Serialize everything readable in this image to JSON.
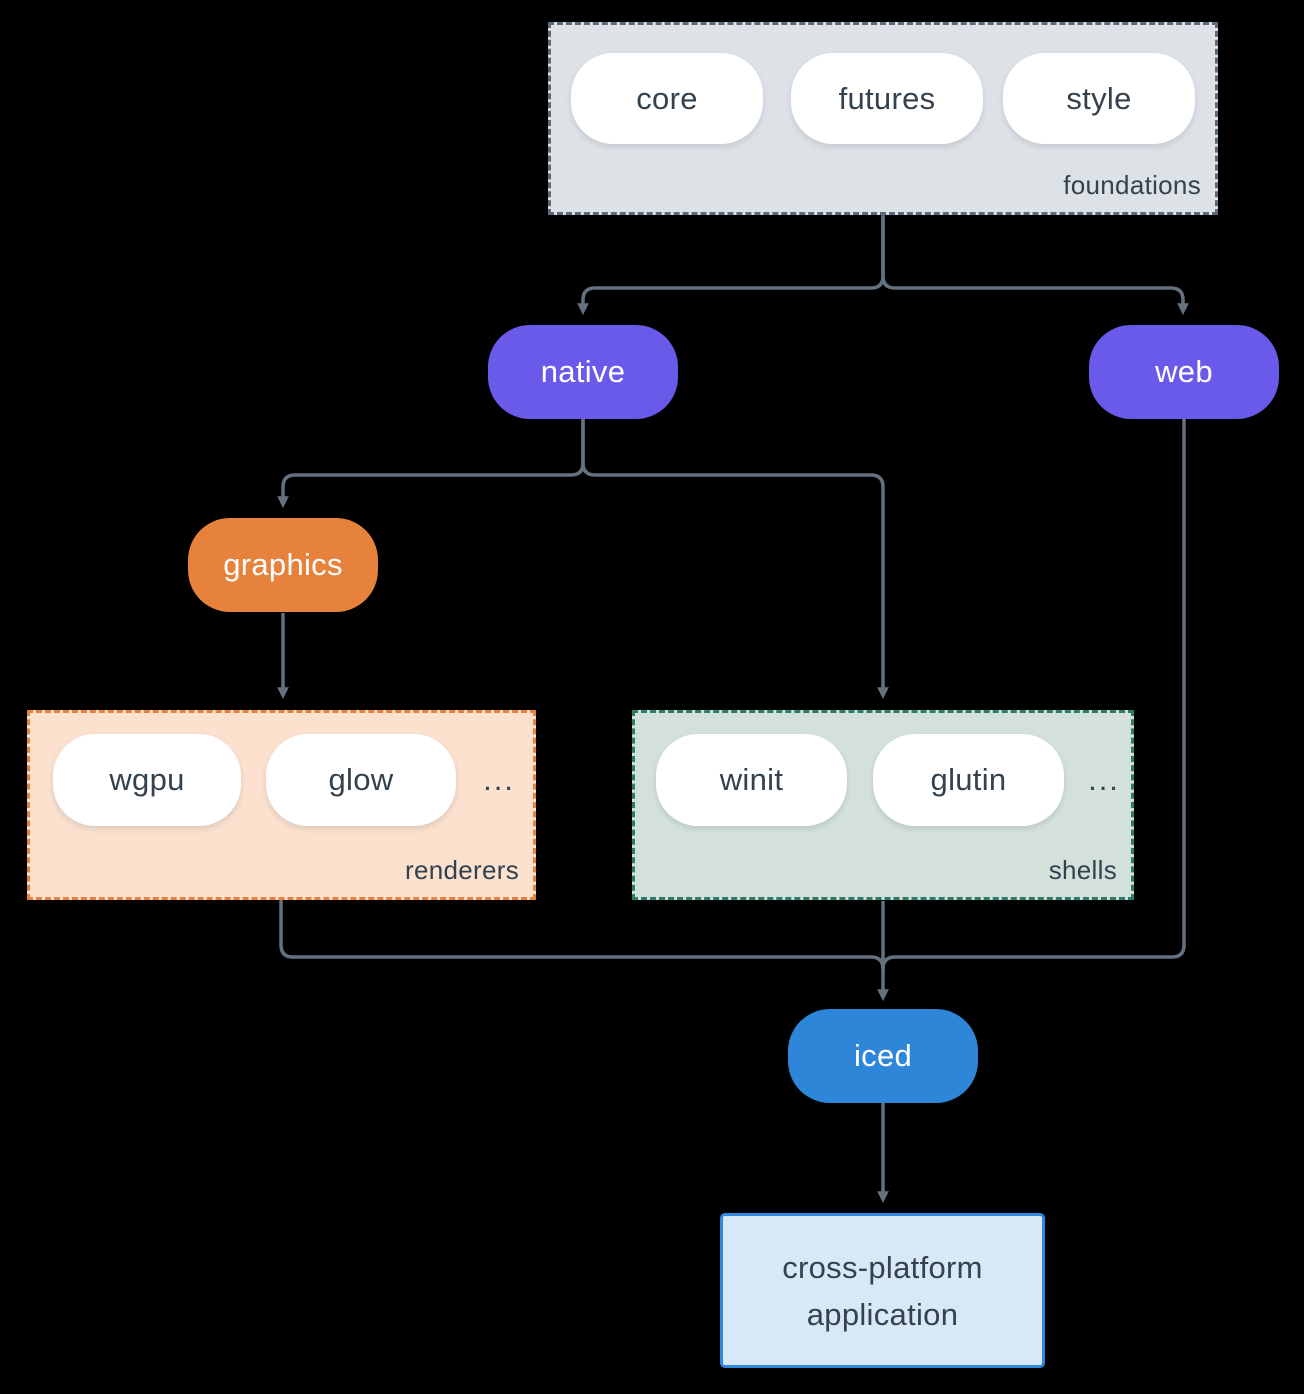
{
  "diagram": {
    "background_color": "#000000",
    "connector_color": "#64717f",
    "text_color": "#33424e"
  },
  "groups": {
    "foundations": {
      "label": "foundations",
      "fill": "#dde2e7",
      "border_color": "#5b6b7b",
      "pills": [
        "core",
        "futures",
        "style"
      ]
    },
    "renderers": {
      "label": "renderers",
      "fill": "#fbe1ce",
      "border_color": "#e6823c",
      "pills": [
        "wgpu",
        "glow"
      ],
      "ellipsis": "..."
    },
    "shells": {
      "label": "shells",
      "fill": "#d3e1da",
      "border_color": "#2b7c6c",
      "pills": [
        "winit",
        "glutin"
      ],
      "ellipsis": "..."
    }
  },
  "nodes": {
    "native": {
      "label": "native",
      "color": "#6a5ae9"
    },
    "web": {
      "label": "web",
      "color": "#6a5ae9"
    },
    "graphics": {
      "label": "graphics",
      "color": "#e6823c"
    },
    "iced": {
      "label": "iced",
      "color": "#2e86d9"
    }
  },
  "application": {
    "line1": "cross-platform",
    "line2": "application",
    "fill": "#d9e8f9",
    "border_color": "#2f87de"
  }
}
